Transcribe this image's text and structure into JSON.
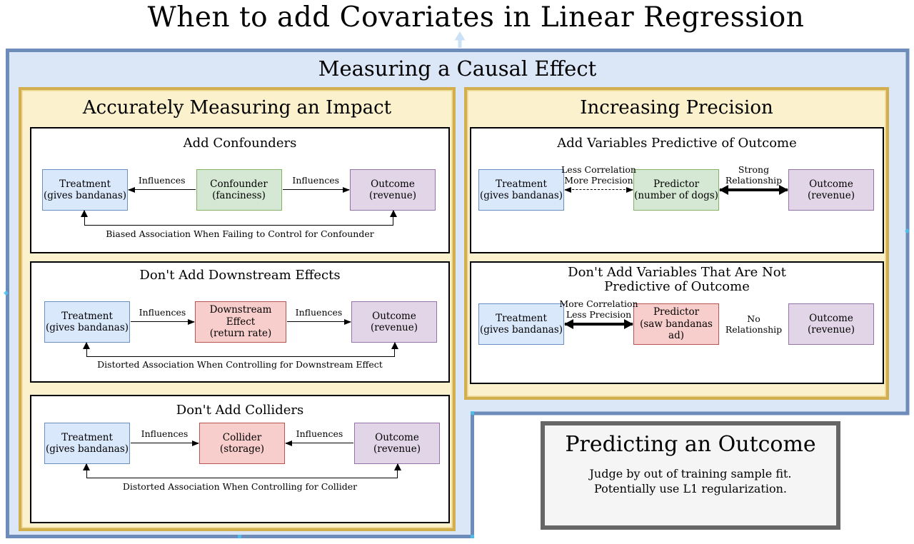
{
  "page_title": "When to add Covariates in Linear Regression",
  "colors": {
    "causal_container_fill": "#dbe6f7",
    "causal_container_stroke": "#6d8cba",
    "section_fill": "#fcf1cd",
    "section_stroke": "#d2ae4f",
    "node_blue_fill": "#dae8fc",
    "node_blue_stroke": "#6c8ebf",
    "node_green_fill": "#d5e8d4",
    "node_green_stroke": "#82b366",
    "node_red_fill": "#f8cecc",
    "node_red_stroke": "#b85450",
    "node_purple_fill": "#e1d5e7",
    "node_purple_stroke": "#9673a6",
    "predicting_fill": "#f5f5f5",
    "predicting_stroke": "#666666"
  },
  "causal": {
    "title": "Measuring a Causal Effect",
    "impact": {
      "title": "Accurately Measuring an Impact",
      "panels": [
        {
          "title": "Add Confounders",
          "nodes": [
            {
              "label": "Treatment",
              "sublabel": "(gives bandanas)"
            },
            {
              "label": "Confounder",
              "sublabel": "(fanciness)"
            },
            {
              "label": "Outcome",
              "sublabel": "(revenue)"
            }
          ],
          "edges": [
            {
              "label": "Influences"
            },
            {
              "label": "Influences"
            }
          ],
          "assoc_label": "Biased Association When Failing to Control for Confounder"
        },
        {
          "title": "Don't Add Downstream Effects",
          "nodes": [
            {
              "label": "Treatment",
              "sublabel": "(gives bandanas)"
            },
            {
              "label": "Downstream Effect",
              "sublabel": "(return rate)"
            },
            {
              "label": "Outcome",
              "sublabel": "(revenue)"
            }
          ],
          "edges": [
            {
              "label": "Influences"
            },
            {
              "label": "Influences"
            }
          ],
          "assoc_label": "Distorted Association When Controlling for Downstream Effect"
        },
        {
          "title": "Don't Add Colliders",
          "nodes": [
            {
              "label": "Treatment",
              "sublabel": "(gives bandanas)"
            },
            {
              "label": "Collider",
              "sublabel": "(storage)"
            },
            {
              "label": "Outcome",
              "sublabel": "(revenue)"
            }
          ],
          "edges": [
            {
              "label": "Influences"
            },
            {
              "label": "Influences"
            }
          ],
          "assoc_label": "Distorted Association When Controlling for Collider"
        }
      ]
    },
    "precision": {
      "title": "Increasing Precision",
      "panels": [
        {
          "title": "Add Variables Predictive of Outcome",
          "nodes": [
            {
              "label": "Treatment",
              "sublabel": "(gives bandanas)"
            },
            {
              "label": "Predictor",
              "sublabel": "(number of dogs)"
            },
            {
              "label": "Outcome",
              "sublabel": "(revenue)"
            }
          ],
          "edges": [
            {
              "label": "Less Correlation\nMore Precision"
            },
            {
              "label": "Strong\nRelationship"
            }
          ]
        },
        {
          "title": "Don't Add Variables That Are Not\nPredictive of Outcome",
          "nodes": [
            {
              "label": "Treatment",
              "sublabel": "(gives bandanas)"
            },
            {
              "label": "Predictor",
              "sublabel": "(saw bandanas ad)"
            },
            {
              "label": "Outcome",
              "sublabel": "(revenue)"
            }
          ],
          "edges": [
            {
              "label": "More Correlation\nLess Precision"
            },
            {
              "label": "No\nRelationship"
            }
          ]
        }
      ]
    }
  },
  "predicting": {
    "title": "Predicting an Outcome",
    "body": "Judge by out of training sample fit.\nPotentially use L1 regularization."
  }
}
